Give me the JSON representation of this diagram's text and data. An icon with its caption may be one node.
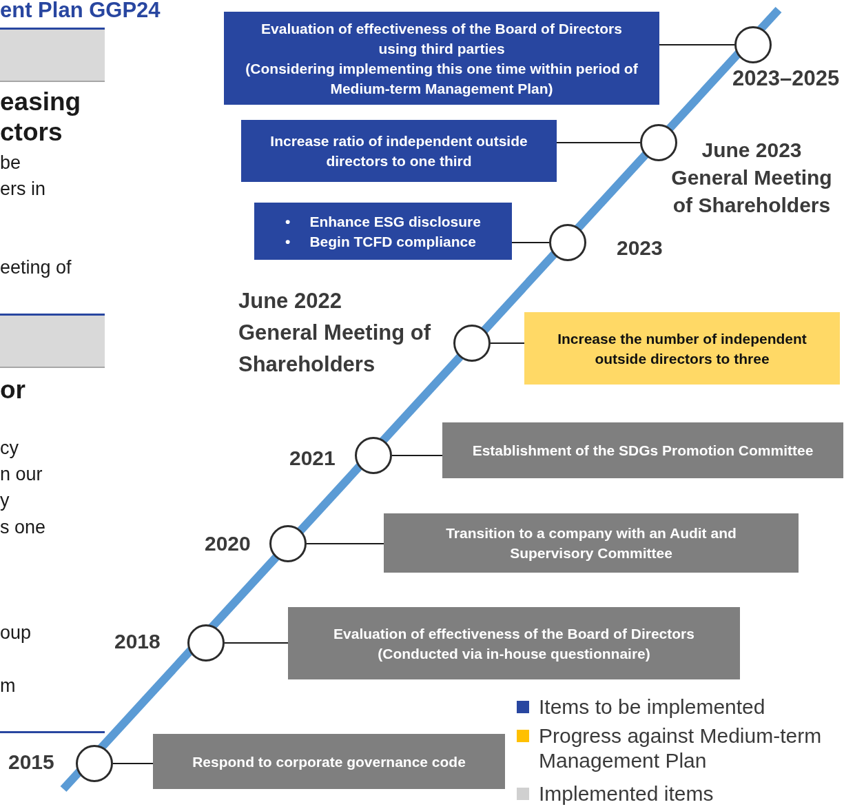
{
  "diagram": {
    "nodes": [
      {
        "text": [
          "Evaluation of effectiveness of the Board of Directors using third parties",
          "(Considering implementing this one time within period of Medium-term Management Plan)"
        ]
      },
      {
        "text": [],
        "shape": "circle",
        "beside": [
          "2023–2025"
        ]
      },
      {
        "text": [
          "Increase ratio of independent outside directors to one third"
        ]
      },
      {
        "text": [],
        "shape": "circle",
        "beside": [
          "June 2023",
          "General Meeting",
          "of Shareholders"
        ]
      },
      {
        "text": [
          "•",
          "Enhance ESG disclosure",
          "•",
          "Begin TCFD compliance"
        ]
      },
      {
        "text": [],
        "shape": "circle",
        "beside": [
          "2023"
        ]
      },
      {
        "text": [],
        "shape": "circle",
        "beside": [
          "June 2022",
          "General Meeting of",
          "Shareholders"
        ]
      },
      {
        "text": [
          "Increase the number of independent outside directors to three"
        ]
      },
      {
        "text": [],
        "shape": "circle",
        "beside": [
          "2021"
        ]
      },
      {
        "text": [
          "Establishment of the SDGs Promotion Committee"
        ]
      },
      {
        "text": [],
        "shape": "circle",
        "beside": [
          "2020"
        ]
      },
      {
        "text": [
          "Transition to a company with an Audit and Supervisory Committee"
        ]
      },
      {
        "text": [],
        "shape": "circle",
        "beside": [
          "2018"
        ]
      },
      {
        "text": [
          "Evaluation of effectiveness of the Board of Directors",
          "(Conducted via in-house questionnaire)"
        ]
      },
      {
        "text": [],
        "shape": "circle",
        "beside": [
          "2015"
        ]
      },
      {
        "text": [
          "Respond to corporate governance code"
        ]
      }
    ],
    "edges": [
      {
        "from": 0,
        "to": 1,
        "arrow": "none"
      },
      {
        "from": 2,
        "to": 3,
        "arrow": "none"
      },
      {
        "from": 4,
        "to": 5,
        "arrow": "none"
      },
      {
        "from": 7,
        "to": 6,
        "arrow": "none"
      },
      {
        "from": 9,
        "to": 8,
        "arrow": "none"
      },
      {
        "from": 11,
        "to": 10,
        "arrow": "none"
      },
      {
        "from": 13,
        "to": 12,
        "arrow": "none"
      },
      {
        "from": 15,
        "to": 14,
        "arrow": "none"
      }
    ],
    "labels": [
      "ent Plan GGP24",
      "easing",
      "ctors",
      "be",
      "ers in",
      "eeting of",
      "or",
      "cy",
      "n our",
      "y",
      "s one",
      "oup",
      "m"
    ],
    "legend": [
      {
        "text": "Items to be implemented",
        "color": "#2846a0"
      },
      {
        "text": "Progress against Medium-term Management Plan",
        "color": "#ffc000"
      },
      {
        "text": "Implemented items",
        "color": "#d0d0d0"
      }
    ]
  }
}
